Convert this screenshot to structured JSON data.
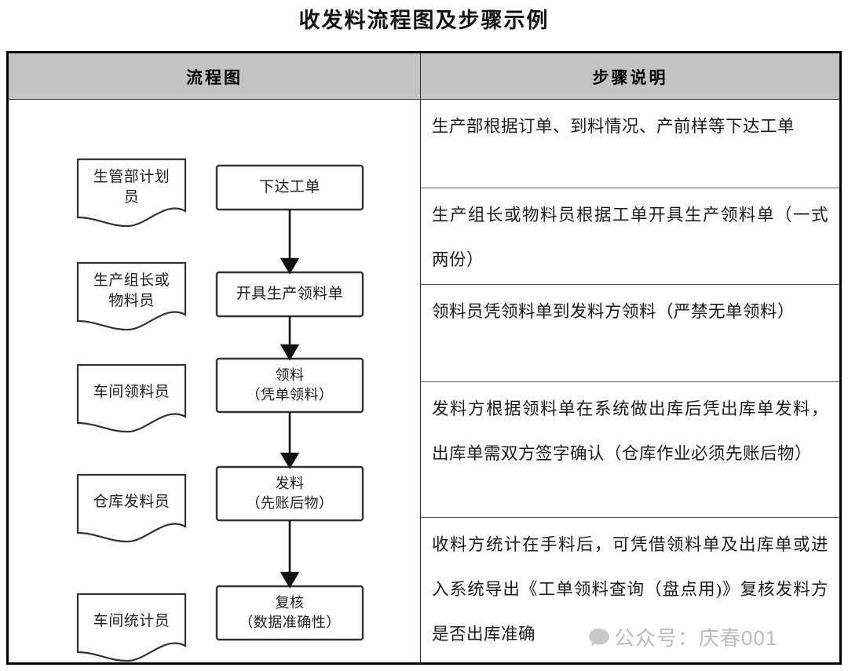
{
  "title": "收发料流程图及步骤示例",
  "table": {
    "columns": [
      {
        "key": "flow",
        "header": "流程图"
      },
      {
        "key": "steps",
        "header": "步骤说明"
      }
    ]
  },
  "flowchart": {
    "type": "flowchart",
    "roles": [
      {
        "id": "role-1",
        "label_line1": "生管部计划",
        "label_line2": "员",
        "shape": "document"
      },
      {
        "id": "role-2",
        "label_line1": "生产组长或",
        "label_line2": "物料员",
        "shape": "document"
      },
      {
        "id": "role-3",
        "label_line1": "车间领料员",
        "label_line2": "",
        "shape": "document"
      },
      {
        "id": "role-4",
        "label_line1": "仓库发料员",
        "label_line2": "",
        "shape": "document"
      },
      {
        "id": "role-5",
        "label_line1": "车间统计员",
        "label_line2": "",
        "shape": "document"
      }
    ],
    "steps": [
      {
        "id": "step-1",
        "label_line1": "下达工单",
        "label_line2": "",
        "shape": "process"
      },
      {
        "id": "step-2",
        "label_line1": "开具生产领料单",
        "label_line2": "",
        "shape": "process"
      },
      {
        "id": "step-3",
        "label_line1": "领料",
        "label_line2": "（凭单领料）",
        "shape": "process"
      },
      {
        "id": "step-4",
        "label_line1": "发料",
        "label_line2": "（先账后物）",
        "shape": "process"
      },
      {
        "id": "step-5",
        "label_line1": "复核",
        "label_line2": "（数据准确性）",
        "shape": "process"
      }
    ],
    "connectors": [
      {
        "from": "step-1",
        "to": "step-2",
        "kind": "arrow-down"
      },
      {
        "from": "step-2",
        "to": "step-3",
        "kind": "arrow-down"
      },
      {
        "from": "step-3",
        "to": "step-4",
        "kind": "arrow-down"
      },
      {
        "from": "step-4",
        "to": "step-5",
        "kind": "arrow-down"
      }
    ]
  },
  "steps_text": [
    "生产部根据订单、到料情况、产前样等下达工单",
    "生产组长或物料员根据工单开具生产领料单（一式两份）",
    "领料员凭领料单到发料方领料（严禁无单领料）",
    "发料方根据领料单在系统做出库后凭出库单发料，出库单需双方签字确认（仓库作业必须先账后物）",
    "收料方统计在手料后，可凭借领料单及出库单或进入系统导出《工单领料查询（盘点用)》复核发料方是否出库准确"
  ],
  "watermark": {
    "text": "公众号：庆春001",
    "icon": "speech-bubble-icon",
    "color": "#bdbdbd"
  },
  "colors": {
    "header_fill": "#c3c3c3",
    "border": "#000000",
    "text": "#1a1a1a",
    "shape_stroke": "#333333"
  }
}
